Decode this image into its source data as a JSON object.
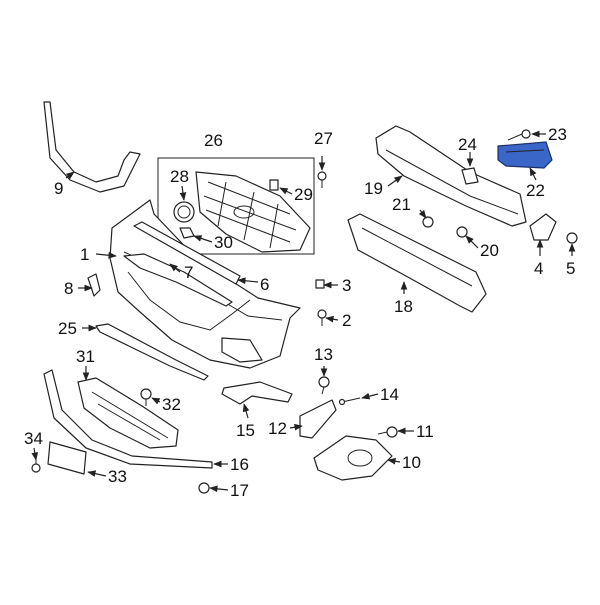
{
  "diagram": {
    "highlight_color": "#3a66c8",
    "callouts": [
      "1",
      "2",
      "3",
      "4",
      "5",
      "6",
      "7",
      "8",
      "9",
      "10",
      "11",
      "12",
      "13",
      "14",
      "15",
      "16",
      "17",
      "18",
      "19",
      "20",
      "21",
      "22",
      "23",
      "24",
      "25",
      "26",
      "27",
      "28",
      "29",
      "30",
      "31",
      "32",
      "33",
      "34"
    ]
  }
}
